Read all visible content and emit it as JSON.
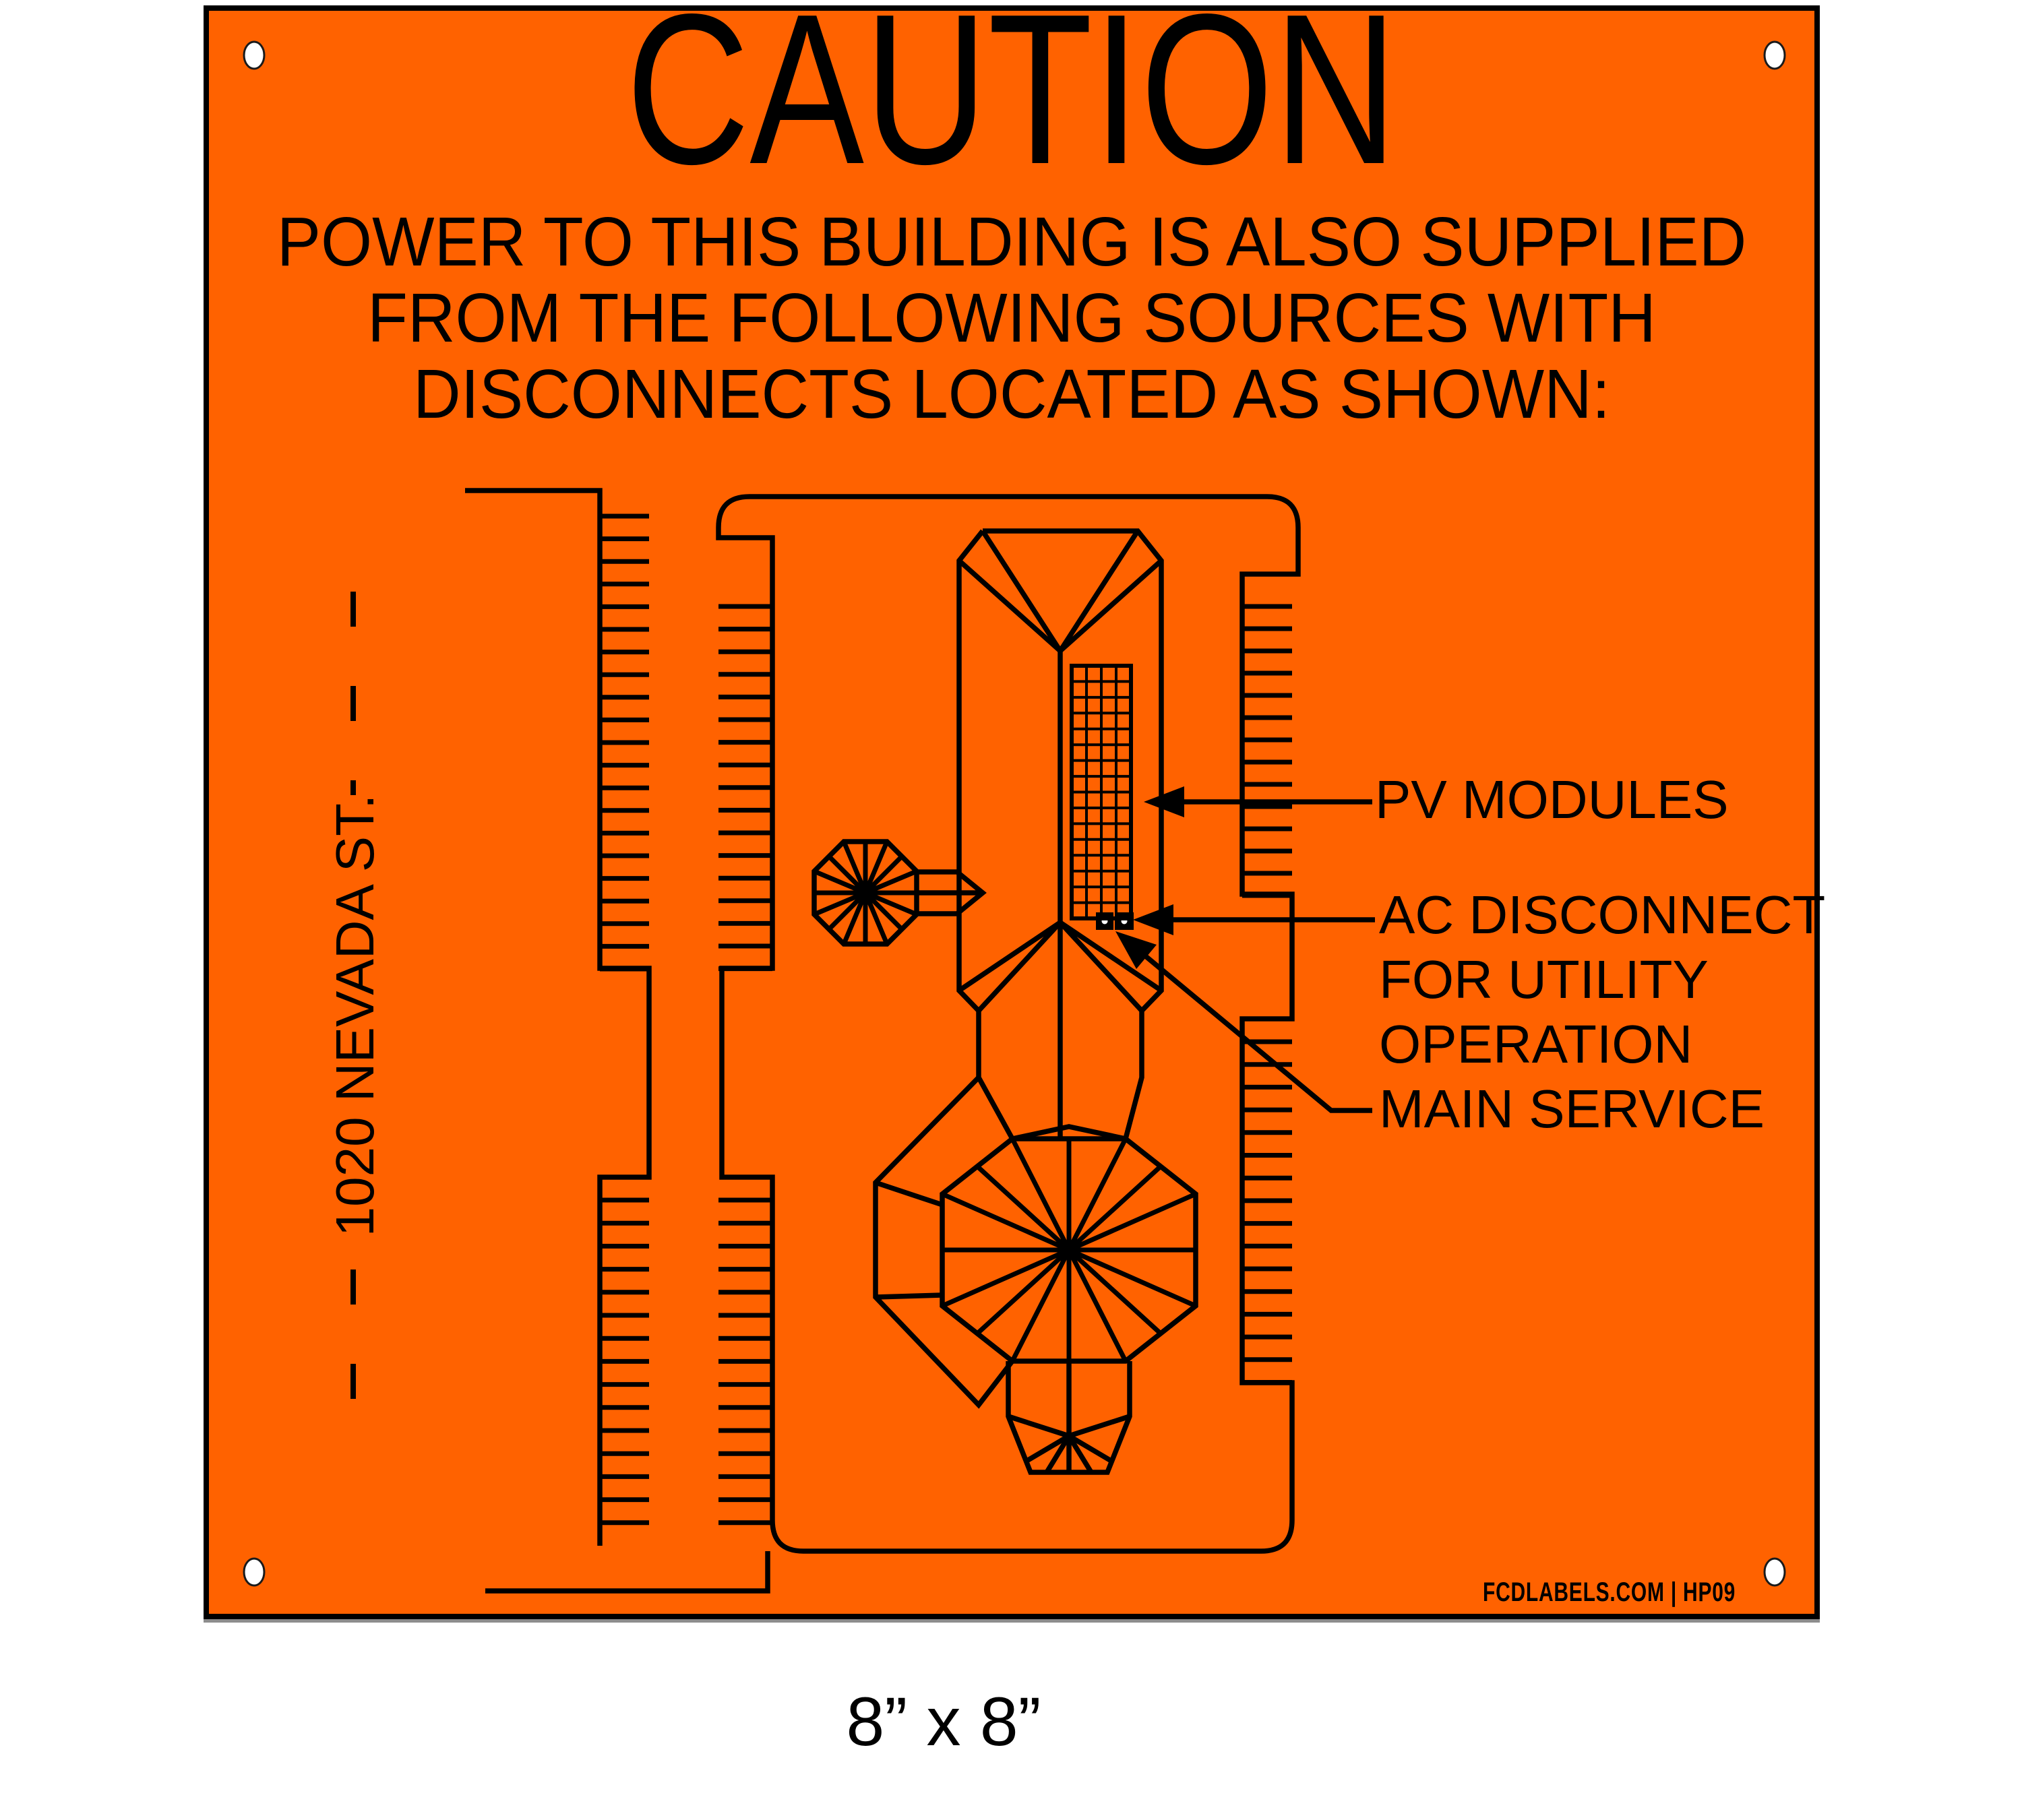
{
  "sign": {
    "title": "CAUTION",
    "warning_lines": [
      "POWER TO THIS BUILDING IS ALSO SUPPLIED",
      "FROM THE FOLLOWING SOURCES WITH",
      "DISCONNECTS LOCATED AS SHOWN:"
    ],
    "street_label": "1020 NEVADA ST.",
    "callouts": [
      {
        "id": "pv-modules",
        "lines": [
          "PV MODULES"
        ]
      },
      {
        "id": "ac-disconnect",
        "lines": [
          "AC DISCONNECT",
          "FOR UTILITY",
          "OPERATION"
        ]
      },
      {
        "id": "main-service",
        "lines": [
          "MAIN SERVICE"
        ]
      }
    ],
    "footer": "FCDLABELS.COM | HP09",
    "colors": {
      "background": "#FF6200",
      "line": "#000000",
      "hole": "#FFFFFF"
    }
  },
  "caption": "8” x 8”"
}
